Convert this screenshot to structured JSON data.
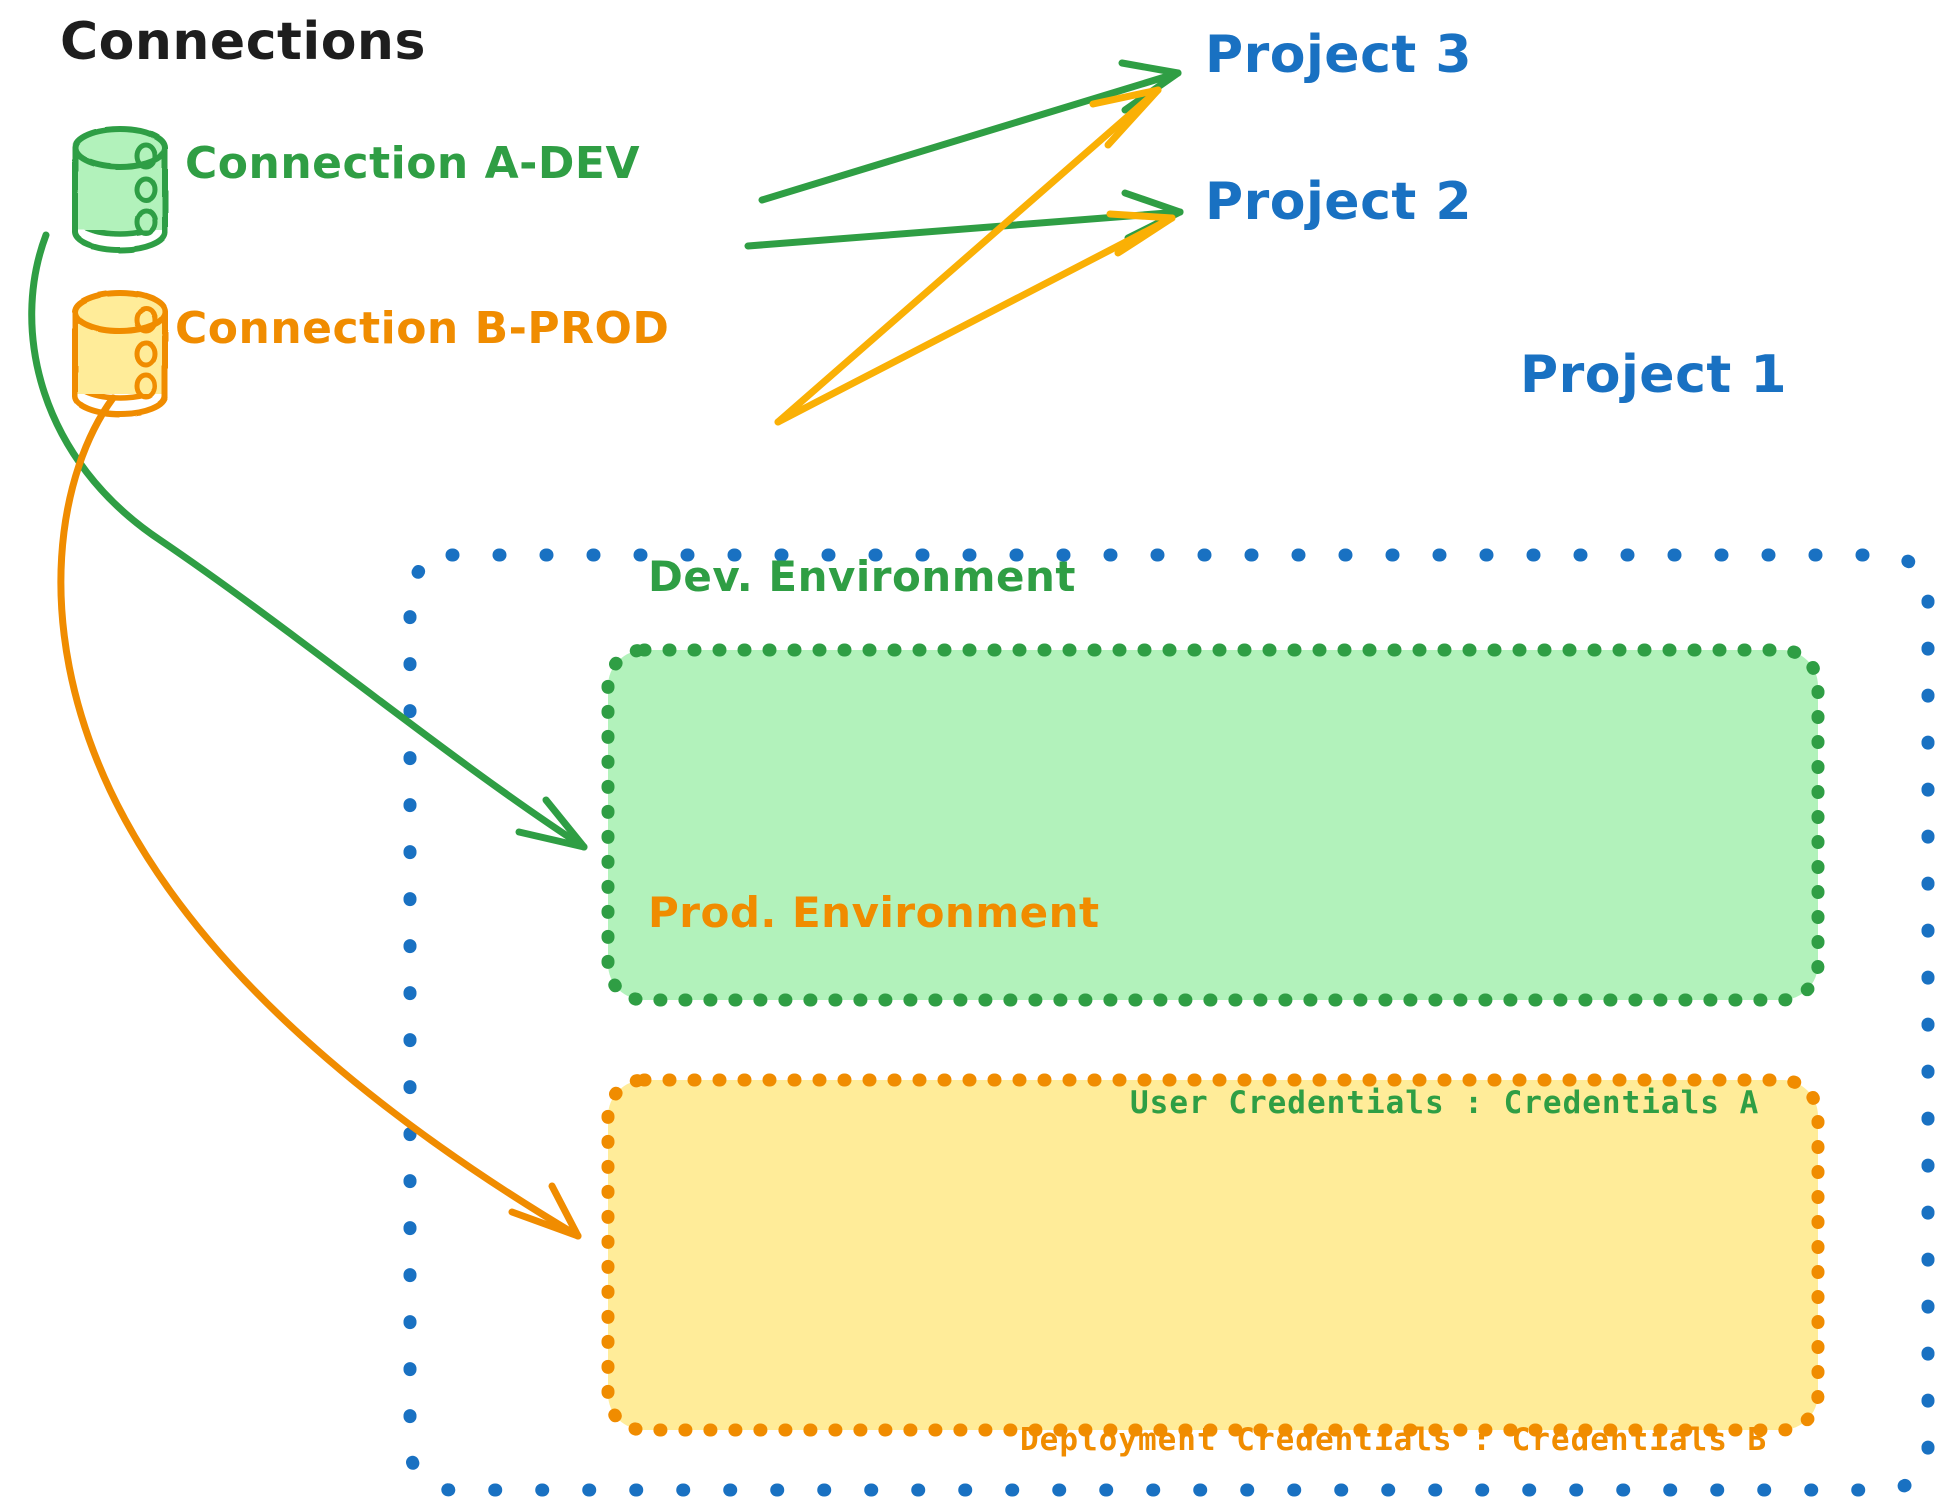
{
  "diagram": {
    "title": "Connections",
    "title_color": "#1e1e1e",
    "background": "#ffffff"
  },
  "connections": [
    {
      "id": "a-dev",
      "label": "Connection A-DEV",
      "color": "#2f9e44",
      "fill": "#b2f2bb",
      "icon": "database-icon",
      "targets": [
        "Project 3",
        "Project 2",
        "Dev. Environment"
      ]
    },
    {
      "id": "b-prod",
      "label": "Connection B-PROD",
      "color": "#f08c00",
      "fill": "#ffec99",
      "icon": "database-icon",
      "targets": [
        "Project 3",
        "Project 2",
        "Prod. Environment"
      ]
    }
  ],
  "projects": [
    {
      "label": "Project 3",
      "color": "#1971c2"
    },
    {
      "label": "Project 2",
      "color": "#1971c2"
    },
    {
      "label": "Project 1",
      "color": "#1971c2"
    }
  ],
  "project_one": {
    "label": "Project 1",
    "border_color": "#1971c2",
    "environments": [
      {
        "id": "dev",
        "title": "Dev. Environment",
        "credential_label": "User Credentials",
        "credential_separator": ":",
        "credential_value": "Credentials A",
        "credential_text": "User Credentials : Credentials A",
        "border_color": "#2f9e44",
        "fill_color": "#b2f2bb",
        "text_color": "#2f9e44"
      },
      {
        "id": "prod",
        "title": "Prod. Environment",
        "credential_label": "Deployment Credentials",
        "credential_separator": ":",
        "credential_value": "Credentials B",
        "credential_text": "Deployment Credentials : Credentials B",
        "border_color": "#f08c00",
        "fill_color": "#ffec99",
        "text_color": "#f08c00"
      }
    ]
  },
  "palette": {
    "green_stroke": "#2f9e44",
    "green_fill": "#b2f2bb",
    "orange_stroke": "#f08c00",
    "orange_fill": "#ffec99",
    "blue": "#1971c2",
    "ink": "#1e1e1e"
  }
}
